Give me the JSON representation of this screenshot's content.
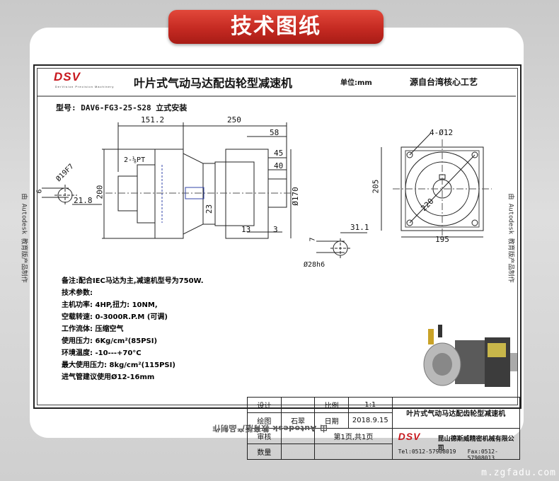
{
  "banner": {
    "title": "技术图纸"
  },
  "header": {
    "brand": "DSV",
    "brand_sub": "DerVision Precision Machinery",
    "title": "叶片式气动马达配齿轮型减速机",
    "unit": "单位:mm",
    "origin": "源自台湾核心工艺"
  },
  "model_line": "型号:  DAV6-FG3-25-S28 立式安装",
  "dims": {
    "d151": "151.2",
    "d250": "250",
    "d58": "58",
    "d45": "45",
    "d40": "40",
    "d170": "Ø170",
    "d200": "200",
    "d23": "23",
    "d13": "13",
    "d3": "3",
    "d19": "Ø19F7",
    "d6": "6",
    "d218": "21.8",
    "port": "2-⅛PT",
    "d7": "7",
    "d311": "31.1",
    "d28": "Ø28h6",
    "holes": "4-Ø12",
    "d205": "205",
    "d220": "220",
    "d195": "195"
  },
  "notes": [
    "备注:配合IEC马达为主,减速机型号为750W.",
    "技术参数:",
    "主机功率: 4HP,扭力: 10NM,",
    "空载转速: 0-3000R.P.M (可调)",
    "工作流体: 压缩空气",
    "使用压力: 6Kg/cm²(85PSI)",
    "环境温度: -10---+70°C",
    "最大使用压力: 8kg/cm²(115PSI)",
    "进气管建议使用Ø12-16mm"
  ],
  "title_block": {
    "design": "设计",
    "scale_label": "比例",
    "scale": "1:1",
    "draw": "绘图",
    "drawer": "石翠",
    "date_label": "日期",
    "date": "2018.9.15",
    "check": "审核",
    "page": "第1页,共1页",
    "qty": "数量",
    "product": "叶片式气动马达配齿轮型减速机",
    "company": "昆山德斯威精密机械有限公司",
    "tel": "Tel:0512-57908019",
    "fax": "Fax:0512-57908013",
    "brand": "DSV"
  },
  "edge_text": {
    "bottom": "由 Autodesk 教育版产品制作",
    "right": "由 Autodesk 教育版产品制作",
    "left": "由 Autodesk 教育版产品制作"
  },
  "watermark": "m.zgfadu.com"
}
